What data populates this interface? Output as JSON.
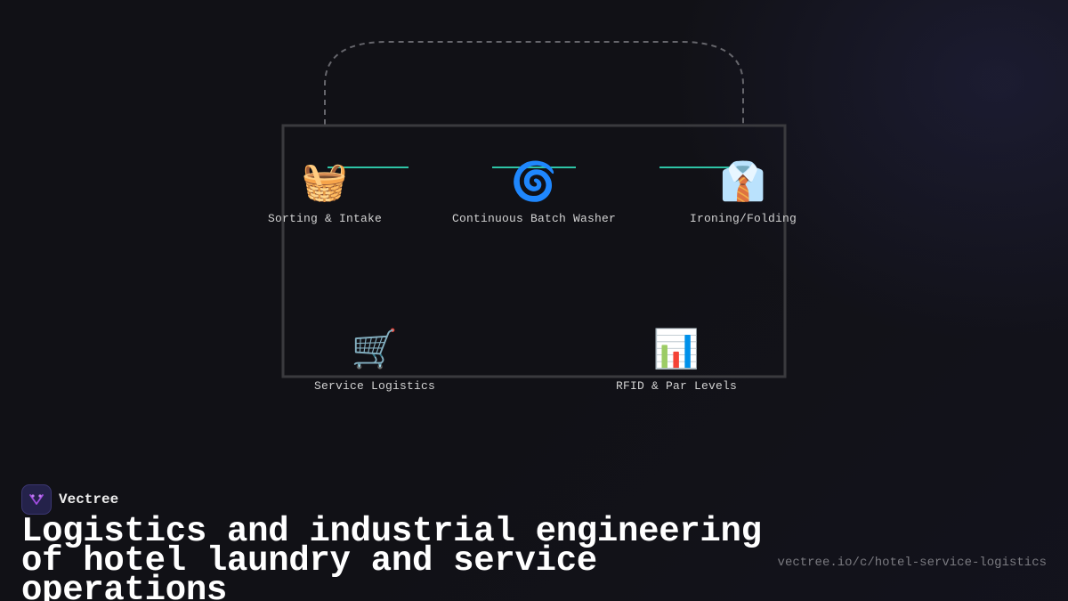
{
  "diagram": {
    "nodes": [
      {
        "id": "sorting",
        "icon": "🧺",
        "icon_name": "laundry-basket-icon",
        "label": "Sorting & Intake"
      },
      {
        "id": "washer",
        "icon": "🌀",
        "icon_name": "cyclone-icon",
        "label": "Continuous Batch Washer"
      },
      {
        "id": "ironing",
        "icon": "👔",
        "icon_name": "necktie-shirt-icon",
        "label": "Ironing/Folding"
      },
      {
        "id": "logistics",
        "icon": "🛒",
        "icon_name": "shopping-cart-icon",
        "label": "Service Logistics"
      },
      {
        "id": "rfid",
        "icon": "📊",
        "icon_name": "bar-chart-icon",
        "label": "RFID & Par Levels"
      }
    ],
    "colors": {
      "connector": "#2ec4a6",
      "frame": "#3a3a3e",
      "loop": "#66666c"
    }
  },
  "brand": {
    "name": "Vectree",
    "logo_color": "#a04de0"
  },
  "title": "Logistics and industrial engineering of hotel laundry and service operations",
  "url": "vectree.io/c/hotel-service-logistics"
}
